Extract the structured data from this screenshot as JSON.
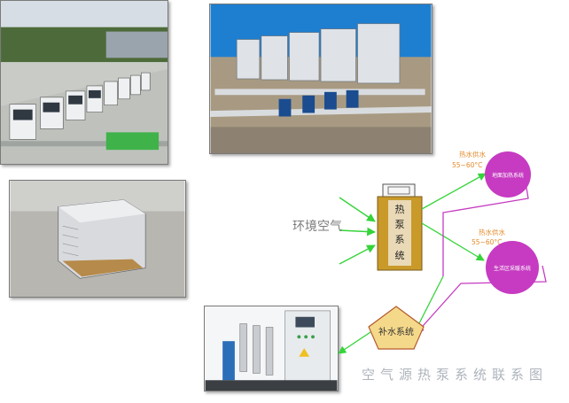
{
  "diagram": {
    "input_label": "环境空气",
    "unit_label_chars": [
      "热",
      "泵",
      "系",
      "统"
    ],
    "outputs": [
      {
        "id": "floor",
        "temp_title": "热水供水",
        "temp_range": "55~60°C",
        "system_label": "地面加热系统",
        "color": "#c63bc1"
      },
      {
        "id": "domestic",
        "temp_title": "热水供水",
        "temp_range": "55~60°C",
        "system_label": "生活区采暖系统",
        "color": "#c63bc1"
      }
    ],
    "supply_label": "补水系统",
    "caption": "空气源热泵系统联系图",
    "colors": {
      "line_green": "#35d43a",
      "unit_fill": "#c99a2a",
      "unit_inner": "#e9d9b6",
      "pentagon_fill": "#f5d98a",
      "pentagon_stroke": "#b45a2e",
      "output_text": "#e58a2a"
    }
  }
}
